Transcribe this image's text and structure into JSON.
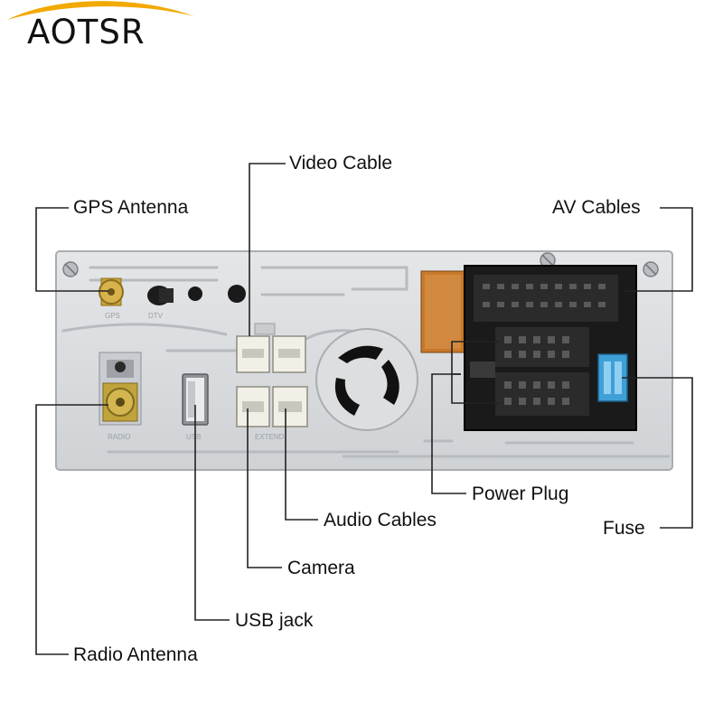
{
  "brand": {
    "name": "AOTSR",
    "swoosh_color": "#f2a900"
  },
  "labels": {
    "video_cable": "Video Cable",
    "gps_antenna": "GPS Antenna",
    "av_cables": "AV Cables",
    "power_plug": "Power Plug",
    "audio_cables": "Audio Cables",
    "fuse": "Fuse",
    "camera": "Camera",
    "usb_jack": "USB jack",
    "radio_antenna": "Radio Antenna"
  },
  "panel_marks": {
    "gps": "GPS",
    "dtv": "DTV",
    "radio": "RADIO",
    "usb": "USB",
    "extend": "EXTEND"
  },
  "colors": {
    "panel": "#d9dbdd",
    "connector_black": "#1a1a1a",
    "fuse_blue": "#3fa0d8",
    "pcb_orange": "#c8782a",
    "lead_line": "#222222"
  }
}
